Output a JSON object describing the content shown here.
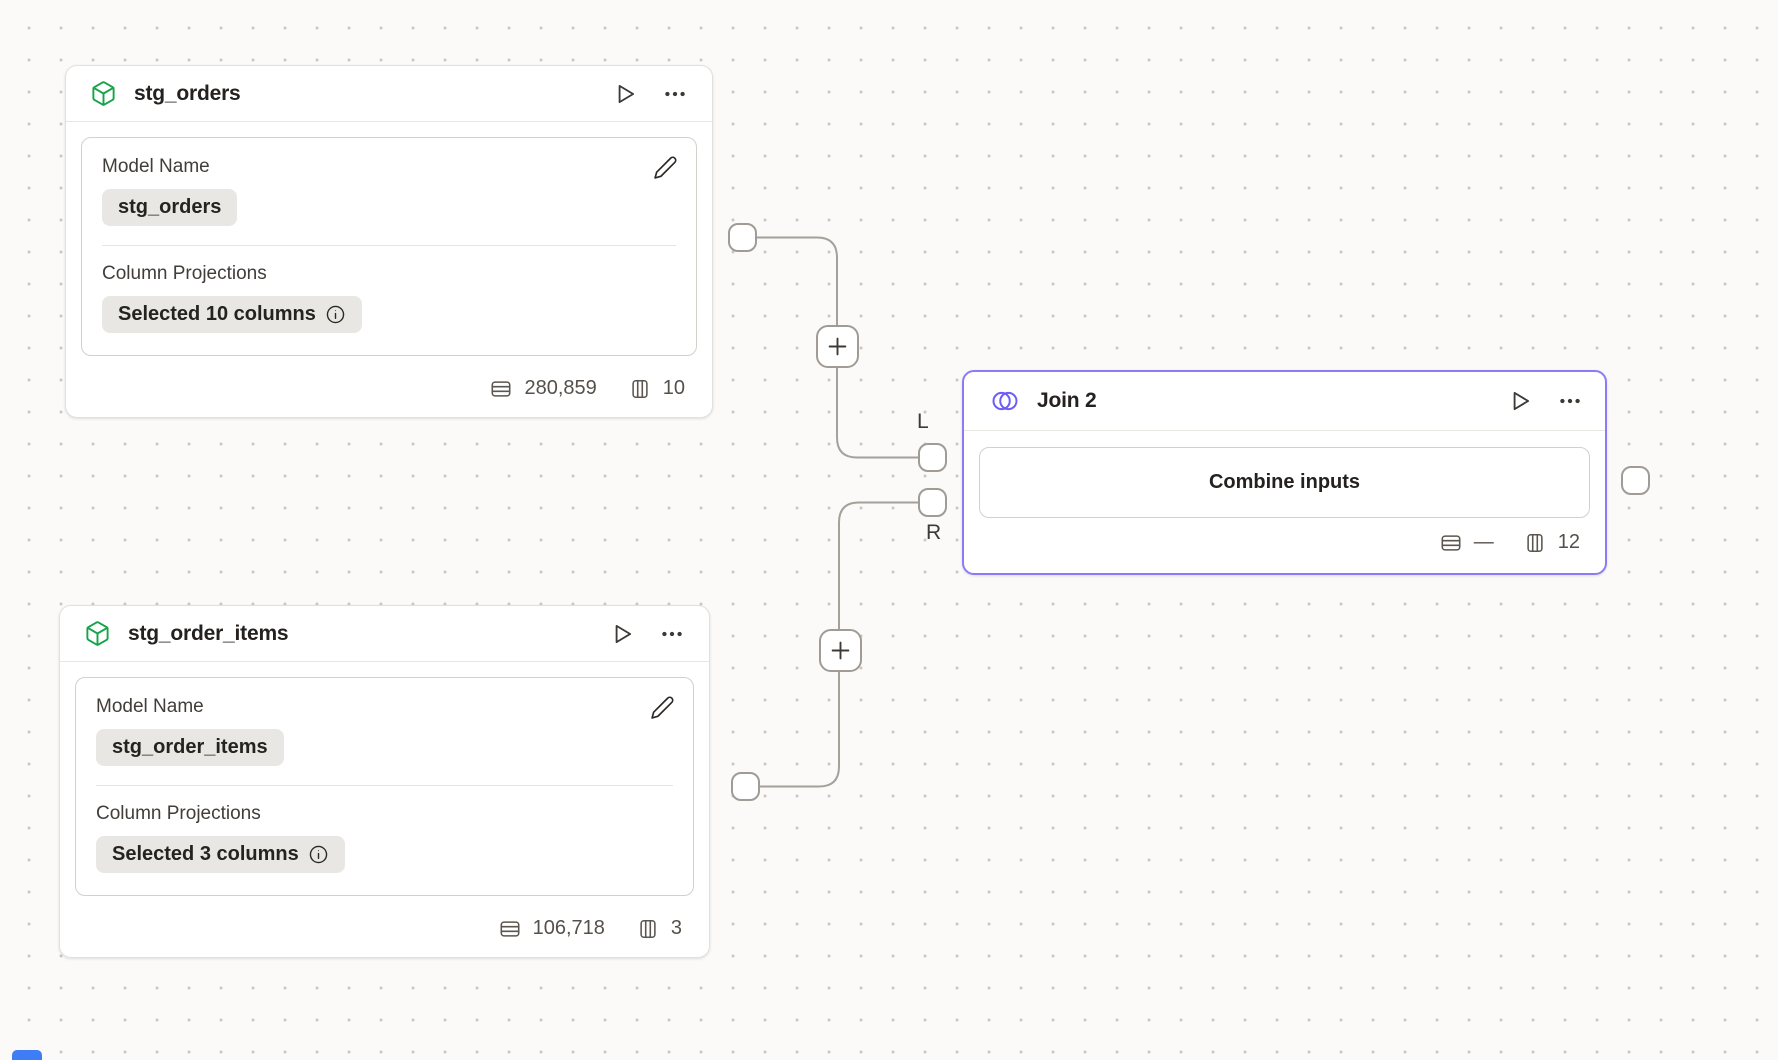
{
  "node_stg_orders": {
    "title": "stg_orders",
    "model_name_label": "Model Name",
    "model_name_value": "stg_orders",
    "column_projections_label": "Column Projections",
    "column_projections_value": "Selected 10 columns",
    "row_count": "280,859",
    "column_count": "10"
  },
  "node_stg_order_items": {
    "title": "stg_order_items",
    "model_name_label": "Model Name",
    "model_name_value": "stg_order_items",
    "column_projections_label": "Column Projections",
    "column_projections_value": "Selected 3 columns",
    "row_count": "106,718",
    "column_count": "3"
  },
  "node_join": {
    "title": "Join 2",
    "action_label": "Combine inputs",
    "row_count": "—",
    "column_count": "12",
    "left_port_label": "L",
    "right_port_label": "R"
  },
  "icons": {
    "model_node_icon": "package-icon",
    "join_node_icon": "venn-circles-icon",
    "run_icon": "play-icon",
    "menu_icon": "ellipsis-icon",
    "edit_icon": "pencil-icon",
    "info_icon": "info-circle-icon",
    "rows_icon": "table-rows-icon",
    "columns_icon": "table-columns-icon",
    "add_icon": "plus-icon"
  },
  "colors": {
    "join_accent": "#8b7bf7",
    "model_icon_green": "#16a34a",
    "join_icon_indigo": "#6d5cf6",
    "blue_fragment": "#3f7df6"
  }
}
